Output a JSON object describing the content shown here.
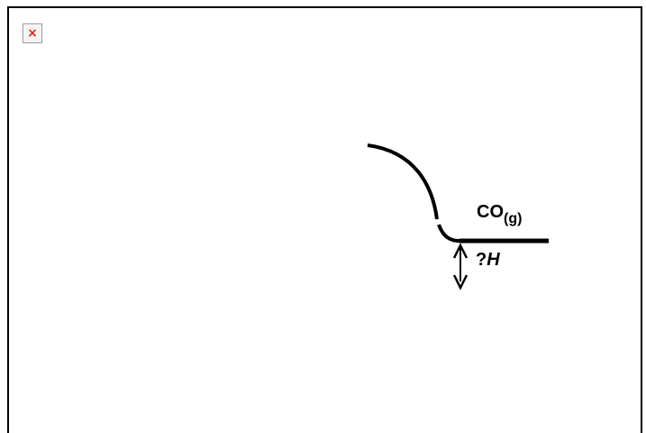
{
  "image": {
    "icon": "broken-image-icon",
    "glyph": "×",
    "glyph_color": "#e0261c"
  },
  "diagram": {
    "species_label": "CO",
    "species_state": "(g)",
    "enthalpy_prefix": "?",
    "enthalpy_symbol": "H",
    "line_color": "#000000"
  }
}
